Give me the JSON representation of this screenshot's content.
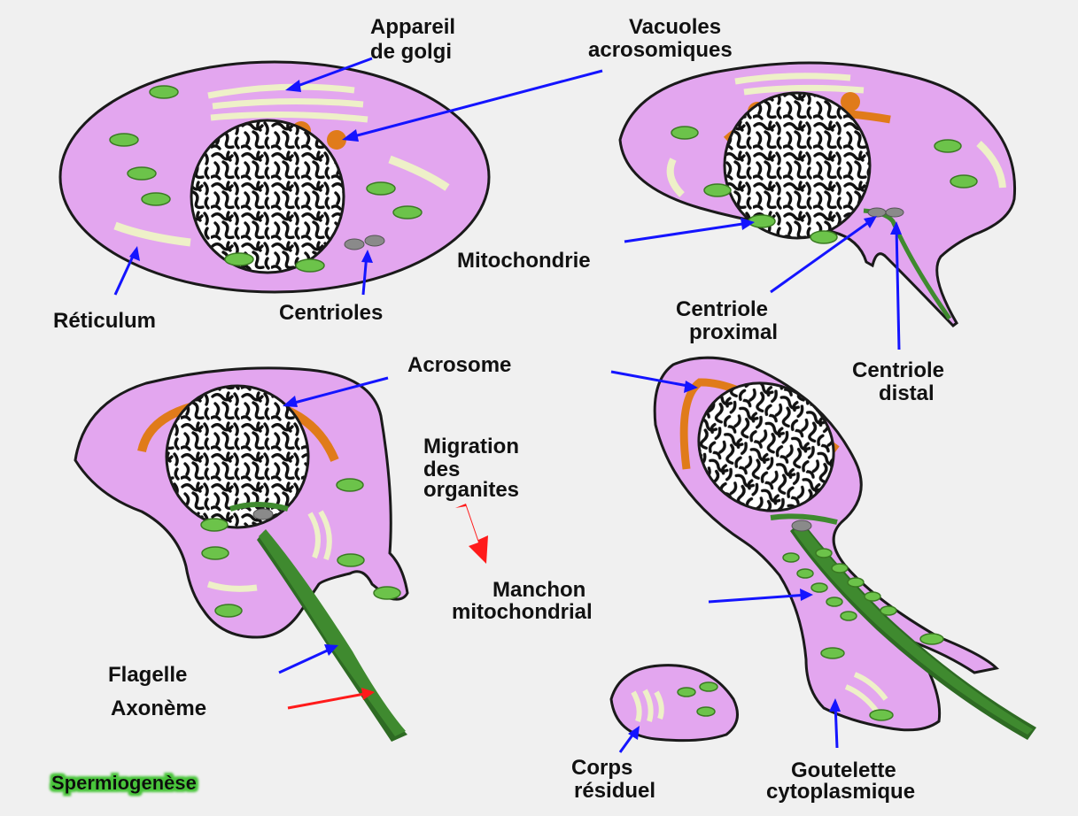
{
  "colors": {
    "background": "#f0f0f0",
    "cytoplasm": "#e3a6ef",
    "outline": "#1a1a1a",
    "mitochondria": "#6cc34a",
    "acrosome": "#e07b1a",
    "flagellum": "#3f8a2f",
    "reticulum": "#eef0c8",
    "pointer_blue": "#1414ff",
    "pointer_red": "#ff1a1a",
    "title_glow": "#49c43a"
  },
  "labels": {
    "golgi": [
      "Appareil",
      "de golgi"
    ],
    "vacuoles": [
      "Vacuoles",
      "acrosomiques"
    ],
    "reticulum": "Réticulum",
    "centrioles": "Centrioles",
    "mitochondrie": "Mitochondrie",
    "centriole_proximal": [
      "Centriole",
      "proximal"
    ],
    "centriole_distal": [
      "Centriole",
      "distal"
    ],
    "acrosome": "Acrosome",
    "migration": [
      "Migration",
      "des",
      "organites"
    ],
    "manchon": [
      "Manchon",
      "mitochondrial"
    ],
    "flagelle": "Flagelle",
    "axoneme": "Axonème",
    "corps_residuel": [
      "Corps",
      "résiduel"
    ],
    "goutelette": [
      "Goutelette",
      "cytoplasmique"
    ]
  },
  "title": "Spermiogenèse"
}
